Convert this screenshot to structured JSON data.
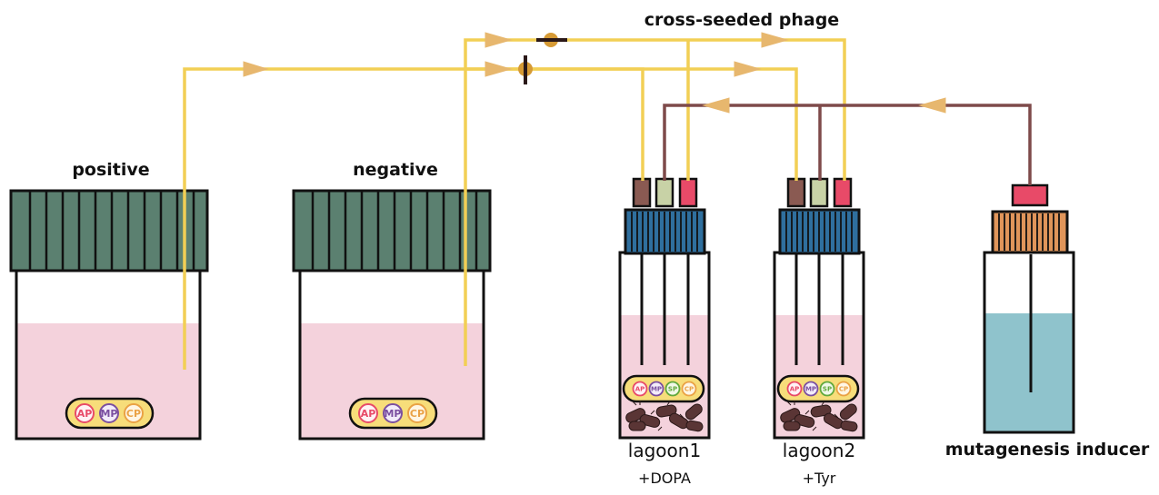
{
  "labels": {
    "positive": "positive",
    "negative": "negative",
    "cross_seeded": "cross-seeded phage",
    "lagoon1": "lagoon1",
    "lagoon1_sub": "+DOPA",
    "lagoon2": "lagoon2",
    "lagoon2_sub": "+Tyr",
    "mutagenesis": "mutagenesis inducer"
  },
  "plasmids": {
    "ap": "AP",
    "mp": "MP",
    "cp": "CP",
    "sp": "SP"
  },
  "colors": {
    "tube_yellow": "#f2cf55",
    "tube_brown": "#7e4a4a",
    "cap_green": "#5b8070",
    "cap_blue": "#2f6f9e",
    "cap_orange": "#e0955a",
    "medium_pink": "#f4d2dc",
    "medium_blue": "#8fc3cc",
    "port_brown": "#8a5a52",
    "port_sage": "#c8d2a6",
    "port_red": "#e84a68",
    "ap_red": "#e84a68",
    "mp_purple": "#7b4fa0",
    "cp_orange": "#eaa245",
    "sp_green": "#62a93c",
    "cell_brown": "#5a3535",
    "valve_orange": "#d69a35"
  }
}
